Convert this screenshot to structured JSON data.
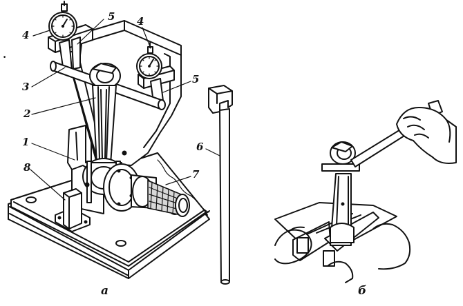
{
  "figure": {
    "callouts": {
      "c1": "1",
      "c2": "2",
      "c3": "3",
      "c4_left": "4",
      "c4_right": "4",
      "c5_top": "5",
      "c5_right": "5",
      "c6": "6",
      "c7": "7",
      "c8": "8"
    },
    "captions": {
      "a": "а",
      "b": "б"
    },
    "stray_mark": "."
  }
}
